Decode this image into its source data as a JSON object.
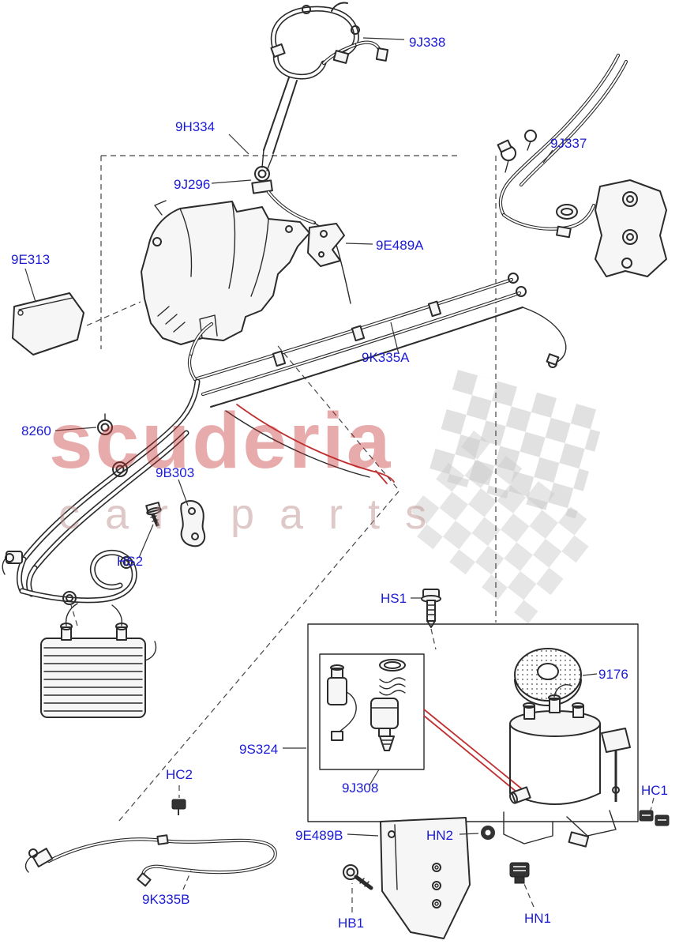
{
  "watermark": {
    "title": "scuderia",
    "subtitle": "car parts"
  },
  "colors": {
    "label_blue": "#1b1bd6",
    "line_dark": "#2b2b2b",
    "highlight_red": "#c03030",
    "watermark_red": "#c62c2c",
    "checker_grey": "#c8c8c8",
    "background": "#ffffff"
  },
  "labels": [
    {
      "text": "9J338"
    },
    {
      "text": "9H334"
    },
    {
      "text": "9J337"
    },
    {
      "text": "9J296"
    },
    {
      "text": "9E489A"
    },
    {
      "text": "9E313"
    },
    {
      "text": "9K335A"
    },
    {
      "text": "8260"
    },
    {
      "text": "9B303"
    },
    {
      "text": "HS2"
    },
    {
      "text": "HS1"
    },
    {
      "text": "9176"
    },
    {
      "text": "9S324"
    },
    {
      "text": "9J308"
    },
    {
      "text": "HC2"
    },
    {
      "text": "HC1"
    },
    {
      "text": "9E489B"
    },
    {
      "text": "HN2"
    },
    {
      "text": "9K335B"
    },
    {
      "text": "HB1"
    },
    {
      "text": "HN1"
    }
  ]
}
